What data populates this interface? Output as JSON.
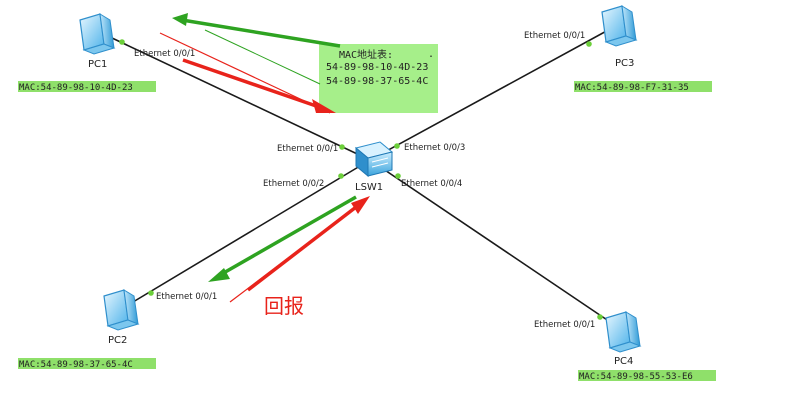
{
  "nodes": {
    "pc1": {
      "name": "PC1",
      "mac": "MAC:54-89-98-10-4D-23",
      "port": "Ethernet 0/0/1"
    },
    "pc2": {
      "name": "PC2",
      "mac": "MAC:54-89-98-37-65-4C",
      "port": "Ethernet 0/0/1"
    },
    "pc3": {
      "name": "PC3",
      "mac": "MAC:54-89-98-F7-31-35",
      "port": "Ethernet 0/0/1"
    },
    "pc4": {
      "name": "PC4",
      "mac": "MAC:54-89-98-55-53-E6",
      "port": "Ethernet 0/0/1"
    },
    "switch": {
      "name": "LSW1",
      "ports": [
        "Ethernet 0/0/1",
        "Ethernet 0/0/2",
        "Ethernet 0/0/3",
        "Ethernet 0/0/4"
      ]
    }
  },
  "mac_table": {
    "title": "MAC地址表:",
    "dot": ".",
    "entries": [
      "54-89-98-10-4D-23",
      "54-89-98-37-65-4C"
    ]
  },
  "reply_label": "回报",
  "colors": {
    "link": "#1a1a1a",
    "port_dot": "#6ccf3a",
    "mac_bg": "#8fe06a",
    "arrow_red": "#e8231b",
    "arrow_green": "#2ea321",
    "table_bg": "#a6ef8a"
  }
}
